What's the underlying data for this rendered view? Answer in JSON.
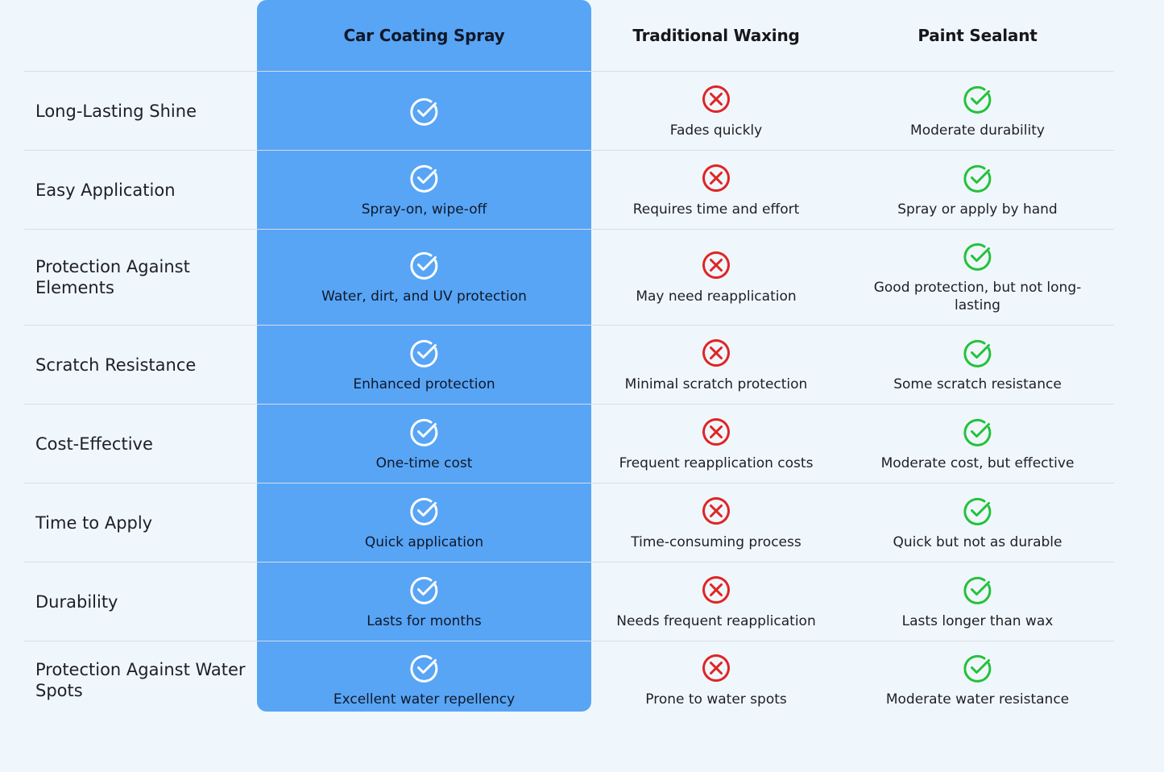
{
  "columns": {
    "feature": "",
    "coating": "Car Coating Spray",
    "waxing": "Traditional Waxing",
    "sealant": "Paint Sealant"
  },
  "rows": [
    {
      "feature": "Long-Lasting Shine",
      "coating": {
        "icon": "check-icon",
        "text": ""
      },
      "waxing": {
        "icon": "x-icon",
        "text": "Fades quickly"
      },
      "sealant": {
        "icon": "check-icon",
        "text": "Moderate durability"
      }
    },
    {
      "feature": "Easy Application",
      "coating": {
        "icon": "check-icon",
        "text": "Spray-on, wipe-off"
      },
      "waxing": {
        "icon": "x-icon",
        "text": "Requires time and effort"
      },
      "sealant": {
        "icon": "check-icon",
        "text": "Spray or apply by hand"
      }
    },
    {
      "feature": "Protection Against Elements",
      "coating": {
        "icon": "check-icon",
        "text": "Water, dirt, and UV protection"
      },
      "waxing": {
        "icon": "x-icon",
        "text": "May need reapplication"
      },
      "sealant": {
        "icon": "check-icon",
        "text": "Good protection, but not long-lasting"
      }
    },
    {
      "feature": "Scratch Resistance",
      "coating": {
        "icon": "check-icon",
        "text": "Enhanced protection"
      },
      "waxing": {
        "icon": "x-icon",
        "text": "Minimal scratch protection"
      },
      "sealant": {
        "icon": "check-icon",
        "text": "Some scratch resistance"
      }
    },
    {
      "feature": "Cost-Effective",
      "coating": {
        "icon": "check-icon",
        "text": "One-time cost"
      },
      "waxing": {
        "icon": "x-icon",
        "text": "Frequent reapplication costs"
      },
      "sealant": {
        "icon": "check-icon",
        "text": "Moderate cost, but effective"
      }
    },
    {
      "feature": "Time to Apply",
      "coating": {
        "icon": "check-icon",
        "text": "Quick application"
      },
      "waxing": {
        "icon": "x-icon",
        "text": "Time-consuming process"
      },
      "sealant": {
        "icon": "check-icon",
        "text": "Quick but not as durable"
      }
    },
    {
      "feature": "Durability",
      "coating": {
        "icon": "check-icon",
        "text": "Lasts for months"
      },
      "waxing": {
        "icon": "x-icon",
        "text": "Needs frequent reapplication"
      },
      "sealant": {
        "icon": "check-icon",
        "text": "Lasts longer than wax"
      }
    },
    {
      "feature": "Protection Against Water Spots",
      "coating": {
        "icon": "check-icon",
        "text": "Excellent water repellency"
      },
      "waxing": {
        "icon": "x-icon",
        "text": "Prone to water spots"
      },
      "sealant": {
        "icon": "check-icon",
        "text": "Moderate water resistance"
      }
    }
  ],
  "colors": {
    "background": "#f0f7fc",
    "highlight": "#58a5f6",
    "check_green": "#22c23a",
    "cross_red": "#e02424",
    "check_on_highlight": "#ffffff"
  }
}
